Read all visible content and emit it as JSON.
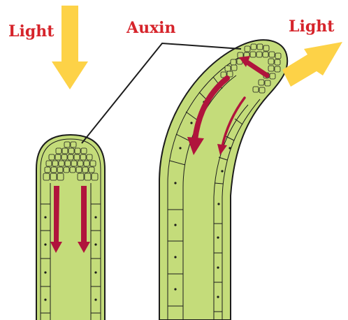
{
  "labels": {
    "light_left": "Light",
    "auxin": "Auxin",
    "light_right": "Light"
  },
  "colors": {
    "label_red": "#d6242b",
    "light_arrow": "#fdd247",
    "tissue": "#c4dc7a",
    "auxin_arrow": "#b0143c",
    "outline": "#1c1c1c"
  }
}
